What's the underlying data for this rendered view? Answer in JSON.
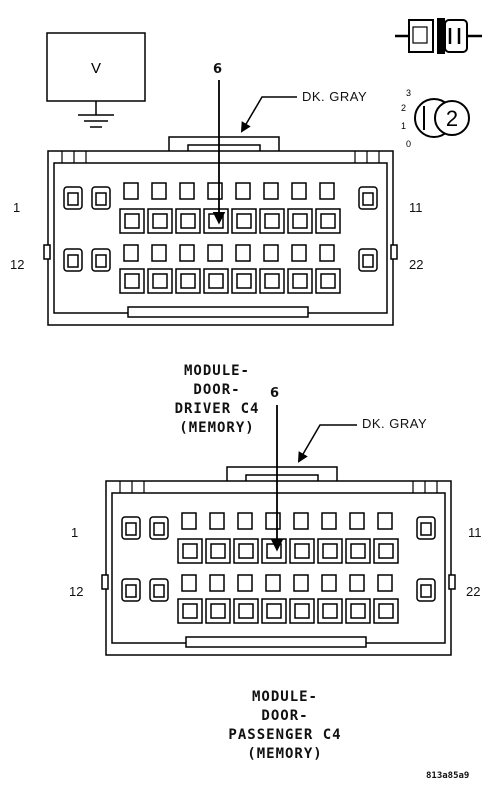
{
  "meter": {
    "symbol": "V"
  },
  "ignition": {
    "positions": [
      "3",
      "2",
      "1",
      "0"
    ],
    "key_label": "2"
  },
  "connectors": [
    {
      "title_lines": [
        "MODULE-",
        "DOOR-",
        "DRIVER C4",
        "(MEMORY)"
      ],
      "pin_callout": "6",
      "wire_color": "DK. GRAY",
      "pin_labels": {
        "top_left": "1",
        "top_right": "11",
        "bottom_left": "12",
        "bottom_right": "22"
      }
    },
    {
      "title_lines": [
        "MODULE-",
        "DOOR-",
        "PASSENGER C4",
        "(MEMORY)"
      ],
      "pin_callout": "6",
      "wire_color": "DK. GRAY",
      "pin_labels": {
        "top_left": "1",
        "top_right": "11",
        "bottom_left": "12",
        "bottom_right": "22"
      }
    }
  ],
  "figure_code": "813a85a9"
}
